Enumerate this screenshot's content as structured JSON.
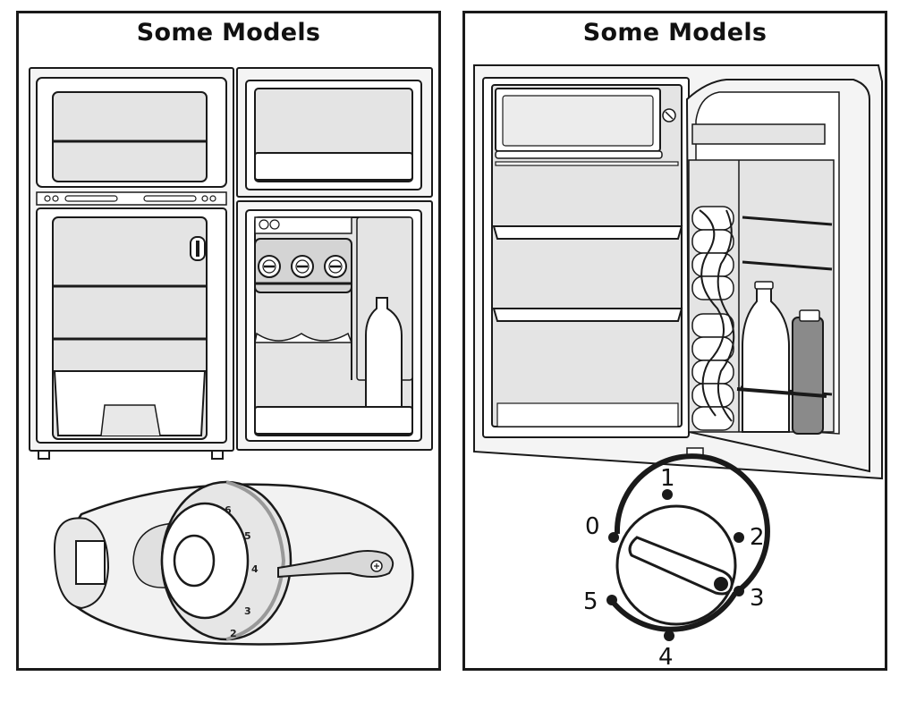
{
  "panels": [
    {
      "title": "Some Models",
      "illustrations": [
        "two-door-refrigerator-open",
        "temperature-knob-closeup"
      ],
      "knob_labels": [
        "6",
        "5",
        "4",
        "3",
        "2"
      ]
    },
    {
      "title": "Some Models",
      "illustrations": [
        "single-door-refrigerator-open",
        "temperature-dial"
      ],
      "dial_labels": [
        "1",
        "2",
        "3",
        "4",
        "5",
        "0"
      ]
    }
  ],
  "colors": {
    "line": "#1a1a1a",
    "interior": "#e4e4e4",
    "interior_dark": "#c9c9c9",
    "appliance": "#f4f4f4",
    "bottle_dark": "#8a8a8a"
  }
}
